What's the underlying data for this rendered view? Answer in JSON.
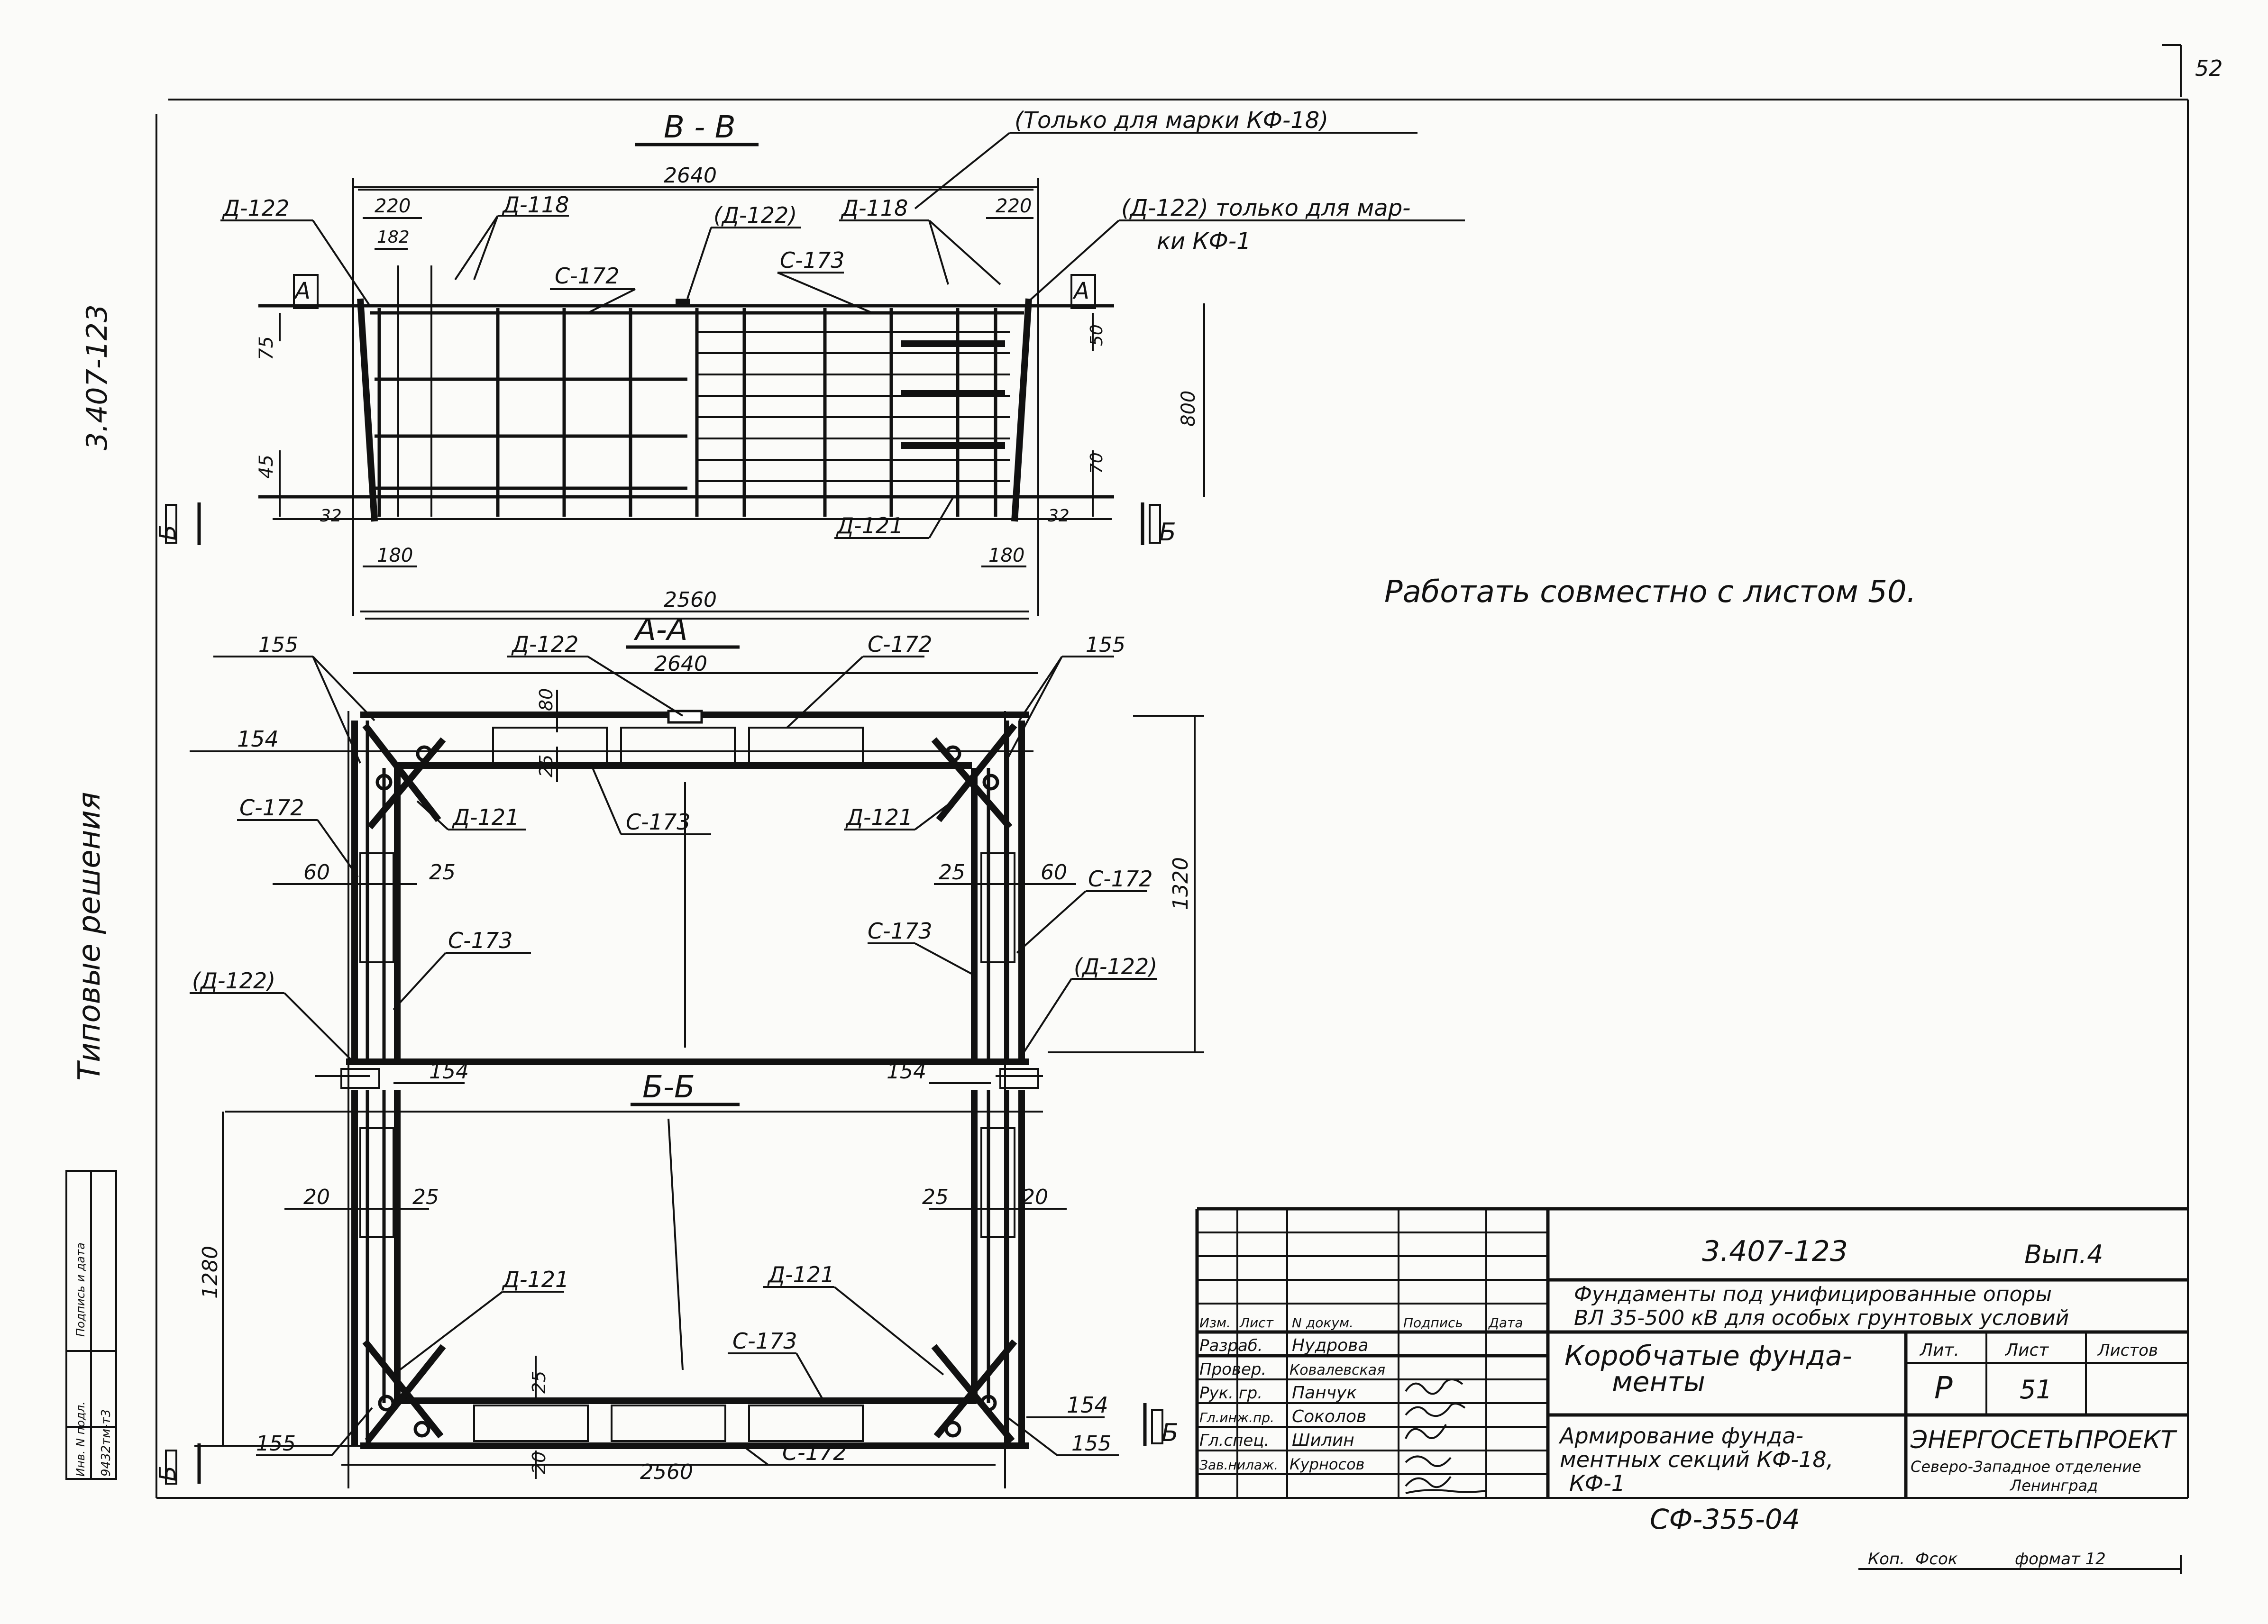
{
  "corner": {
    "sheet_no": "52",
    "copied": "Коп.",
    "format": "формат 12",
    "copier": "Фсок"
  },
  "left_margin": {
    "series": "3.407-123",
    "typical": "Типовые решения",
    "inv_header": "Инв. N подл.",
    "sign_header": "Подпись и дата",
    "inv_value": "9432тм-т3"
  },
  "note": "Работать совместно с листом 50.",
  "section_vv": {
    "title": "В - В",
    "only_kf18": "(Только для марки КФ-18)",
    "only_kf1_a": "(Д-122) только для мар-",
    "only_kf1_b": "ки КФ-1",
    "labels": {
      "d122": "Д-122",
      "d118a": "Д-118",
      "d122p": "(Д-122)",
      "d118b": "Д-118",
      "c172": "С-172",
      "c173": "С-173",
      "d121": "Д-121",
      "a": "А",
      "b": "Б"
    },
    "dims": {
      "w2640": "2640",
      "w2560": "2560",
      "d220a": "220",
      "d220b": "220",
      "d182": "182",
      "d75": "75",
      "d45": "45",
      "d32a": "32",
      "d32b": "32",
      "d180a": "180",
      "d180b": "180",
      "d50": "50",
      "d70": "70",
      "d800": "800"
    }
  },
  "section_aa": {
    "title": "А-А",
    "labels": {
      "d122": "Д-122",
      "c172": "С-172",
      "c172l": "С-172",
      "c172r": "С-172",
      "c173": "С-173",
      "c173l": "С-173",
      "c173r": "С-173",
      "d121l": "Д-121",
      "d121r": "Д-121",
      "d122l": "(Д-122)",
      "d122r": "(Д-122)"
    },
    "dims": {
      "w2640": "2640",
      "d155l": "155",
      "d155r": "155",
      "d154": "154",
      "d80": "80",
      "d25": "25",
      "d60l": "60",
      "d25l": "25",
      "d25r": "25",
      "d60r": "60",
      "h1320": "1320",
      "d154bl": "154",
      "d154br": "154"
    }
  },
  "section_bb": {
    "title": "Б-Б",
    "labels": {
      "d121l": "Д-121",
      "d121r": "Д-121",
      "c173": "С-173",
      "c172": "С-172",
      "b": "Б"
    },
    "dims": {
      "d20l": "20",
      "d25l": "25",
      "d25r": "25",
      "d20r": "20",
      "h1280": "1280",
      "d155l": "155",
      "d155r": "155",
      "d154": "154",
      "d25b": "25",
      "d20b": "20",
      "w2560": "2560"
    }
  },
  "title_block": {
    "doc": "3.407-123",
    "issue": "Вып.4",
    "project_a": "Фундаменты под унифицированные опоры",
    "project_b": "ВЛ 35-500 кВ для особых грунтовых условий",
    "name_a": "Коробчатые фунда-",
    "name_b": "менты",
    "sheet_a": "Армирование фунда-",
    "sheet_b": "ментных секций КФ-18,",
    "sheet_c": "КФ-1",
    "col_izm": "Изм.",
    "col_list": "Лист",
    "col_doc": "N докум.",
    "col_sign": "Подпись",
    "col_date": "Дата",
    "col_lit": "Лит.",
    "col_sheet": "Лист",
    "col_sheets": "Листов",
    "lit": "Р",
    "sheet": "51",
    "roles": [
      "Разраб.",
      "Провер.",
      "Рук. гр.",
      "Гл.инж.пр.",
      "Гл.спец.",
      "Зав.нилаж."
    ],
    "names": [
      "Нудрова",
      "Ковалевская",
      "Панчук",
      "Соколов",
      "Шилин",
      "Курносов"
    ],
    "org_a": "ЭНЕРГОСЕТЬПРОЕКТ",
    "org_b": "Северо-Западное отделение",
    "org_c": "Ленинград",
    "code": "СФ-355-04"
  }
}
